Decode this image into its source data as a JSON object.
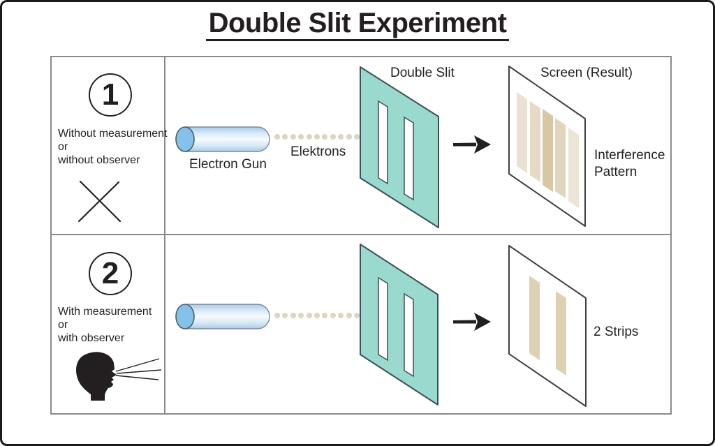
{
  "title": "Double Slit Experiment",
  "rows": [
    {
      "number": "1",
      "condition": [
        "Without measurement",
        "or",
        "without observer"
      ],
      "condition_icon": "x-mark-icon",
      "labels": {
        "gun": "Electron Gun",
        "beam": "Elektrons",
        "slit": "Double Slit",
        "screen": "Screen (Result)",
        "result": "Interference Pattern"
      },
      "result_strip_count": 5
    },
    {
      "number": "2",
      "condition": [
        "With measurement",
        "or",
        "with observer"
      ],
      "condition_icon": "observer-head-icon",
      "labels": {
        "result": "2 Strips"
      },
      "result_strip_count": 2
    }
  ],
  "colors": {
    "ink": "#231f20",
    "grid_line": "#8a8a8a",
    "plate_fill": "#99d9ce",
    "plate_stroke": "#3e4f57",
    "screen_fill": "#ffffff",
    "screen_stroke": "#3f4043",
    "electron_dot": "#ddd5c1",
    "gun_cap": "#85c2e9",
    "gun_body_light": "#f5fafd",
    "gun_body_dark": "#a9cce7",
    "strips_row1": [
      "#e9e2d2",
      "#e4dac5",
      "#d9c7a3",
      "#e0d5bd",
      "#ece5d6"
    ],
    "strips_row2": [
      "#ddd0b3",
      "#ddd0b3"
    ]
  }
}
